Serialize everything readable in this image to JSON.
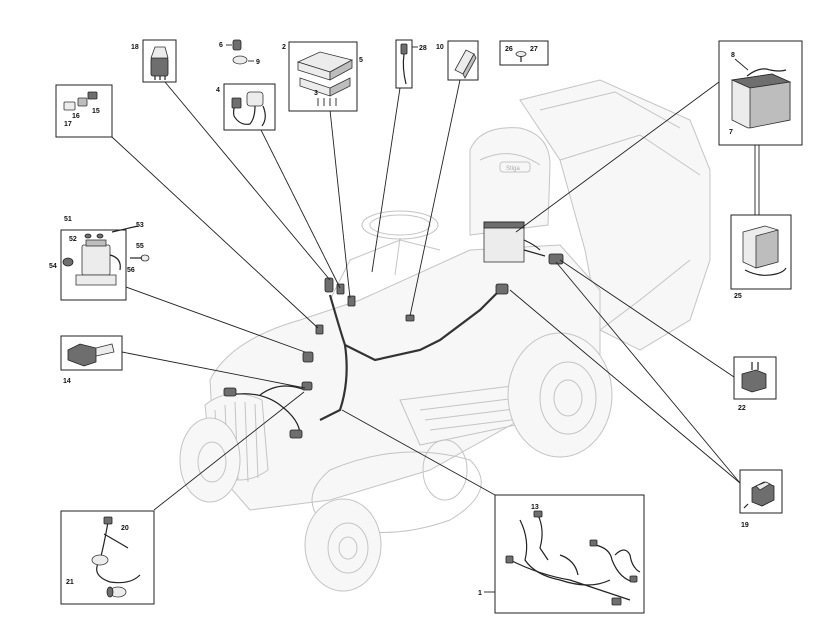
{
  "labels": {
    "n1": "1",
    "n2": "2",
    "n3": "3",
    "n4": "4",
    "n5": "5",
    "n6": "6",
    "n7": "7",
    "n8": "8",
    "n9": "9",
    "n10": "10",
    "n13": "13",
    "n14": "14",
    "n15": "15",
    "n16": "16",
    "n17": "17",
    "n18": "18",
    "n19": "19",
    "n20": "20",
    "n21": "21",
    "n22": "22",
    "n25": "25",
    "n26": "26",
    "n27": "27",
    "n28": "28",
    "n51": "51",
    "n52": "52",
    "n53": "53",
    "n54": "54",
    "n55": "55",
    "n56": "56"
  },
  "brand_badge": "Stiga"
}
